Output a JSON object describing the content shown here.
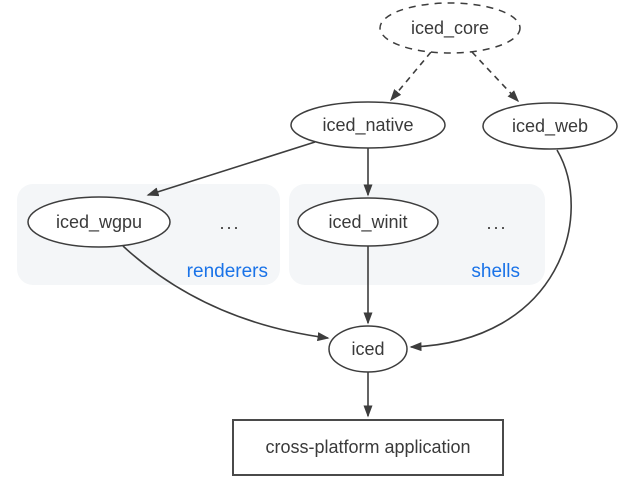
{
  "nodes": {
    "iced_core": {
      "label": "iced_core",
      "shape": "ellipse",
      "border": "dashed"
    },
    "iced_native": {
      "label": "iced_native",
      "shape": "ellipse",
      "border": "solid"
    },
    "iced_web": {
      "label": "iced_web",
      "shape": "ellipse",
      "border": "solid"
    },
    "iced_wgpu": {
      "label": "iced_wgpu",
      "shape": "ellipse",
      "border": "solid"
    },
    "iced_winit": {
      "label": "iced_winit",
      "shape": "ellipse",
      "border": "solid"
    },
    "iced": {
      "label": "iced",
      "shape": "ellipse",
      "border": "solid"
    },
    "app": {
      "label": "cross-platform application",
      "shape": "rectangle",
      "border": "solid"
    }
  },
  "groups": {
    "renderers": {
      "label": "renderers",
      "ellipsis": "...",
      "contains": [
        "iced_wgpu"
      ]
    },
    "shells": {
      "label": "shells",
      "ellipsis": "...",
      "contains": [
        "iced_winit"
      ]
    }
  },
  "edges": [
    {
      "from": "iced_core",
      "to": "iced_native",
      "style": "dashed"
    },
    {
      "from": "iced_core",
      "to": "iced_web",
      "style": "dashed"
    },
    {
      "from": "iced_native",
      "to": "iced_wgpu",
      "style": "solid"
    },
    {
      "from": "iced_native",
      "to": "iced_winit",
      "style": "solid"
    },
    {
      "from": "iced_wgpu",
      "to": "iced",
      "style": "solid"
    },
    {
      "from": "iced_winit",
      "to": "iced",
      "style": "solid"
    },
    {
      "from": "iced_web",
      "to": "iced",
      "style": "solid"
    },
    {
      "from": "iced",
      "to": "app",
      "style": "solid"
    }
  ],
  "colors": {
    "background": "#ffffff",
    "stroke": "#3d3d3d",
    "text": "#3a3a3a",
    "group_fill": "#f4f6f8",
    "group_label": "#1a73e8"
  }
}
